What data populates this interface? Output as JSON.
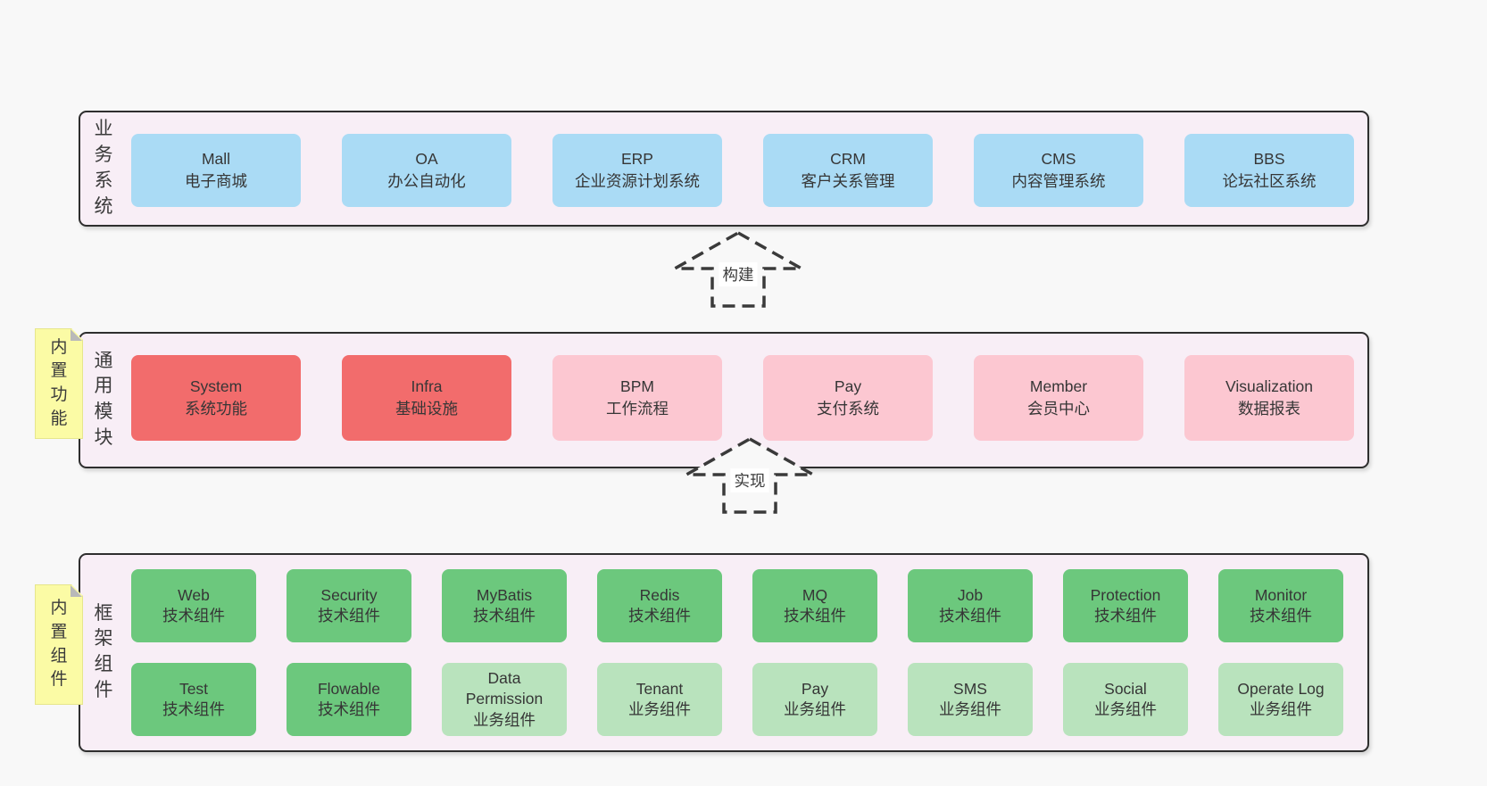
{
  "diagram": {
    "business": {
      "side_label": "业务系统",
      "items": [
        {
          "name": "Mall",
          "desc": "电子商城",
          "variant": "blue"
        },
        {
          "name": "OA",
          "desc": "办公自动化",
          "variant": "blue"
        },
        {
          "name": "ERP",
          "desc": "企业资源计划系统",
          "variant": "blue"
        },
        {
          "name": "CRM",
          "desc": "客户关系管理",
          "variant": "blue"
        },
        {
          "name": "CMS",
          "desc": "内容管理系统",
          "variant": "blue"
        },
        {
          "name": "BBS",
          "desc": "论坛社区系统",
          "variant": "blue"
        }
      ]
    },
    "arrow_build": {
      "label": "构建"
    },
    "modules": {
      "sticky": "内置功能",
      "side_label": "通用模块",
      "items": [
        {
          "name": "System",
          "desc": "系统功能",
          "variant": "red"
        },
        {
          "name": "Infra",
          "desc": "基础设施",
          "variant": "red"
        },
        {
          "name": "BPM",
          "desc": "工作流程",
          "variant": "pink"
        },
        {
          "name": "Pay",
          "desc": "支付系统",
          "variant": "pink"
        },
        {
          "name": "Member",
          "desc": "会员中心",
          "variant": "pink"
        },
        {
          "name": "Visualization",
          "desc": "数据报表",
          "variant": "pink"
        }
      ]
    },
    "arrow_implement": {
      "label": "实现"
    },
    "components": {
      "sticky": "内置组件",
      "side_label": "框架组件",
      "row1": [
        {
          "name": "Web",
          "desc": "技术组件",
          "variant": "green"
        },
        {
          "name": "Security",
          "desc": "技术组件",
          "variant": "green"
        },
        {
          "name": "MyBatis",
          "desc": "技术组件",
          "variant": "green"
        },
        {
          "name": "Redis",
          "desc": "技术组件",
          "variant": "green"
        },
        {
          "name": "MQ",
          "desc": "技术组件",
          "variant": "green"
        },
        {
          "name": "Job",
          "desc": "技术组件",
          "variant": "green"
        },
        {
          "name": "Protection",
          "desc": "技术组件",
          "variant": "green"
        },
        {
          "name": "Monitor",
          "desc": "技术组件",
          "variant": "green"
        }
      ],
      "row2": [
        {
          "name": "Test",
          "desc": "技术组件",
          "variant": "green"
        },
        {
          "name": "Flowable",
          "desc": "技术组件",
          "variant": "green"
        },
        {
          "name": "Data Permission",
          "desc": "业务组件",
          "variant": "lightgreen"
        },
        {
          "name": "Tenant",
          "desc": "业务组件",
          "variant": "lightgreen"
        },
        {
          "name": "Pay",
          "desc": "业务组件",
          "variant": "lightgreen"
        },
        {
          "name": "SMS",
          "desc": "业务组件",
          "variant": "lightgreen"
        },
        {
          "name": "Social",
          "desc": "业务组件",
          "variant": "lightgreen"
        },
        {
          "name": "Operate Log",
          "desc": "业务组件",
          "variant": "lightgreen"
        }
      ]
    }
  },
  "colors": {
    "page_bg": "#f8f8f8",
    "panel_bg": "#f8eef6",
    "panel_border": "#2e2e2e",
    "blue_box": "#aadbf5",
    "red_box": "#f26c6c",
    "pink_box": "#fcc7d1",
    "green_box": "#6cc87d",
    "light_green_box": "#b9e3bd",
    "sticky_bg": "#fbfba5",
    "fold_gray": "#b9b9b9",
    "text": "#3a3a3a"
  }
}
